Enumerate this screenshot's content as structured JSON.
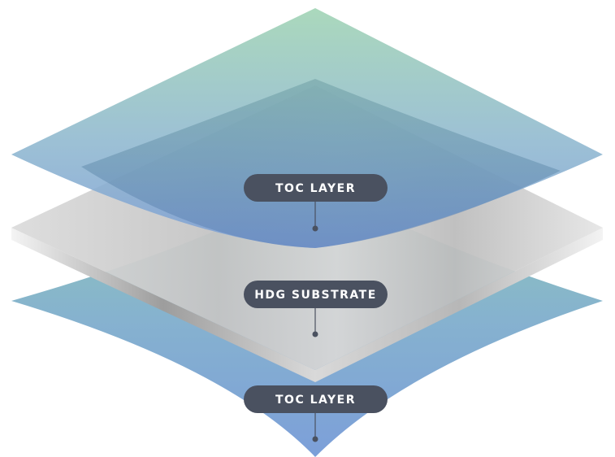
{
  "diagram": {
    "labels": {
      "top_layer": "TOC LAYER",
      "substrate": "HDG SUBSTRATE",
      "bottom_layer": "TOC LAYER"
    },
    "colors": {
      "layer_top": "#9fd3b3",
      "layer_bottom": "#7f9fd8",
      "substrate_light": "#f1f1f1",
      "substrate_mid": "#c7c7c7",
      "substrate_dark": "#a9a9a9",
      "label_bg": "#4a5160",
      "label_text": "#ffffff"
    }
  }
}
